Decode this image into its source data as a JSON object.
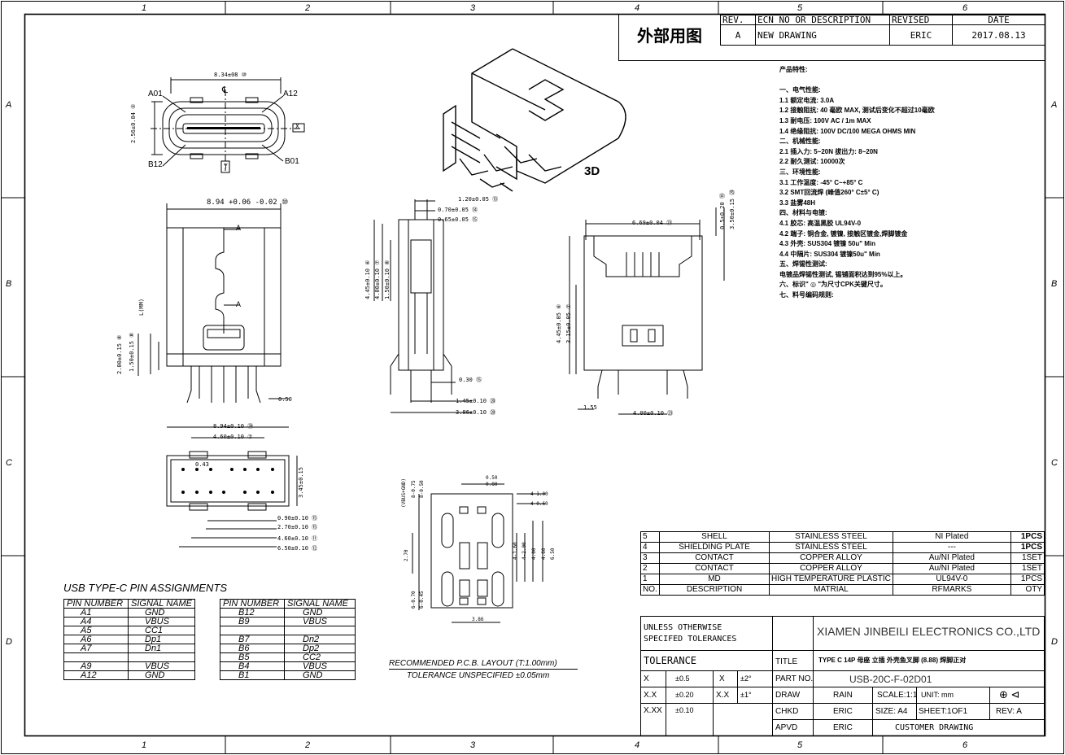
{
  "border": {
    "cols": [
      "1",
      "2",
      "3",
      "4",
      "5",
      "6"
    ],
    "rows": [
      "A",
      "B",
      "C",
      "D"
    ]
  },
  "revision": {
    "title": "外部用图",
    "headers": [
      "REV.",
      "ECN NO OR DESCRIPTION",
      "REVISED",
      "DATE"
    ],
    "row": [
      "A",
      "NEW DRAWING",
      "ERIC",
      "2017.08.13"
    ]
  },
  "view_top": {
    "width": "8.34±08 ⑩",
    "height": "2.56±0.04 ⑤",
    "pin_a01": "A01",
    "pin_a12": "A12",
    "pin_b12": "B12",
    "pin_b01": "B01",
    "centerline": "℄",
    "axis_x": "X",
    "axis_y": "Y"
  },
  "view_3d_label": "3D",
  "view_front": {
    "width": "8.94 +0.06 -0.02 ⑩",
    "section": "A",
    "length": "L(MM)",
    "d1": "2.00±0.15 ⑧",
    "d2": "1.50±0.15 ⑧",
    "d3": "0.50"
  },
  "view_side": {
    "d1": "1.20±0.05 ⑬",
    "d2": "0.70±0.05 ⑭",
    "d3": "0.65±0.05 ⑮",
    "h1": "4.45±0.10 ⑥",
    "h2": "4.00±0.10 ⑦",
    "h3": "1.50±0.10 ⑧",
    "d4": "0.30 ⑮",
    "d5": "1.45±0.10 ⑳",
    "d6": "3.86±0.10 ⑳"
  },
  "view_rear": {
    "width": "6.69±0.04 ㉓",
    "h1": "0.5±0.20 ⑲",
    "h2": "3.50±0.15 ⑳",
    "h3": "4.45±0.05 ⑥",
    "h4": "3.15±0.05 ⑦",
    "d1": "1.55",
    "d2": "4.00±0.10 ㉓"
  },
  "view_bottom": {
    "w1": "8.94±0.10 ⑳",
    "w2": "4.60±0.10 ⑦",
    "d1": "0.43",
    "h1": "3.45±0.15",
    "d2": "0.90±0.10 ⑮",
    "d3": "2.70±0.10 ⑮",
    "d4": "4.60±0.10 ⑪",
    "d5": "6.50±0.10 ⑫"
  },
  "pcb": {
    "vbus_gnd": "(VBUS+GND)",
    "d1": "8-0.75",
    "d2": "8-0.50",
    "d3": "0.50",
    "d4": "0.80",
    "d5": "4-1.00",
    "d6": "4-0.60",
    "d7": "4-1.60",
    "d8": "4-2.00",
    "d9": "4.00",
    "d10": "4.60",
    "d11": "6.50",
    "d12": "2.70",
    "d13": "6-0.70",
    "d14": "6-0.45",
    "d15": "3.86",
    "title": "RECOMMENDED   P.C.B.  LAYOUT  (T:1.00mm)",
    "tol": "TOLERANCE  UNSPECIFIED  ±0.05mm"
  },
  "pins": {
    "title": "USB  TYPE-C  PIN  ASSIGNMENTS",
    "headers": [
      "PIN NUMBER",
      "SIGNAL NAME",
      "PIN NUMBER",
      "SIGNAL NAME"
    ],
    "rows": [
      [
        "A1",
        "GND",
        "B12",
        "GND"
      ],
      [
        "A4",
        "VBUS",
        "B9",
        "VBUS"
      ],
      [
        "A5",
        "CC1",
        "",
        ""
      ],
      [
        "A6",
        "Dp1",
        "B7",
        "Dn2"
      ],
      [
        "A7",
        "Dn1",
        "B6",
        "Dp2"
      ],
      [
        "",
        "",
        "B5",
        "CC2"
      ],
      [
        "A9",
        "VBUS",
        "B4",
        "VBUS"
      ],
      [
        "A12",
        "GND",
        "B1",
        "GND"
      ]
    ]
  },
  "specs": [
    "产品特性:",
    "",
    "一、电气性能:",
    "      1.1  额定电流: 3.0A",
    "      1.2  接触阻抗: 40 毫欧 MAX, 测试后变化不超过10毫欧",
    "      1.3  耐电压: 100V AC / 1m MAX",
    "      1.4  绝缘阻抗: 100V DC/100 MEGA OHMS MIN",
    "二、机械性能:",
    "      2.1  插入力: 5~20N   拔出力: 8~20N",
    "      2.2  耐久测试: 10000次",
    "三、环境性能:",
    "      3.1   工作温度: -45° C~+85° C",
    "      3.2   SMT回流焊 (峰值260° C±5° C)",
    "      3.3   盐雾48H",
    "四、材料与电镀:",
    "      4.1   胶芯: 高温黑胶  UL94V-0",
    "      4.2   端子: 铜合金, 镀镍, 接触区镀金,焊脚镀金",
    "      4.3   外壳: SUS304  镀镍 50u\" Min",
    "      4.4   中隔片: SUS304  镀镍50u\" Min",
    "五、焊锡性测试:",
    "      电镀品焊锡性测试, 锡铺面积达到95%以上。",
    "六、标识\" ◎ \"为尺寸CPK关键尺寸。",
    "七、料号编码规则:"
  ],
  "bom": {
    "rows": [
      [
        "5",
        "SHELL",
        "STAINLESS STEEL",
        "NI Plated",
        "1PCS"
      ],
      [
        "4",
        "SHIELDING PLATE",
        "STAINLESS STEEL",
        "---",
        "1PCS"
      ],
      [
        "3",
        "CONTACT",
        "COPPER ALLOY",
        "Au/NI Plated",
        "1SET"
      ],
      [
        "2",
        "CONTACT",
        "COPPER ALLOY",
        "Au/NI Plated",
        "1SET"
      ],
      [
        "1",
        "MD",
        "HIGH TEMPERATURE PLASTIC",
        "UL94V-0",
        "1PCS"
      ]
    ],
    "headers": [
      "NO.",
      "DESCRIPTION",
      "MATRIAL",
      "RFMARKS",
      "OTY"
    ]
  },
  "title_block": {
    "unless1": "UNLESS OTHERWISE",
    "unless2": "SPECIFED TOLERANCES",
    "company": "XIAMEN JINBEILI ELECTRONICS CO.,LTD",
    "tolerance": "TOLERANCE",
    "title_label": "TITLE",
    "title_value": "TYPE C 14P 母座 立插 外壳鱼叉脚 (8.88) 焊脚正对",
    "tol_rows": [
      [
        "X",
        "±0.5",
        "X",
        "±2°"
      ],
      [
        "X.X",
        "±0.20",
        "X.X",
        "±1°"
      ],
      [
        "X.XX",
        "±0.10",
        "",
        ""
      ]
    ],
    "part_label": "PART NO.",
    "part_value": "USB-20C-F-02D01",
    "draw_label": "DRAW",
    "draw_value": "RAIN",
    "scale": "SCALE:1:1",
    "unit": "UNIT: mm",
    "chkd_label": "CHKD",
    "chkd_value": "ERIC",
    "size": "SIZE: A4",
    "sheet": "SHEET:1OF1",
    "rev": "REV: A",
    "apvd_label": "APVD",
    "apvd_value": "ERIC",
    "customer": "CUSTOMER DRAWING"
  }
}
